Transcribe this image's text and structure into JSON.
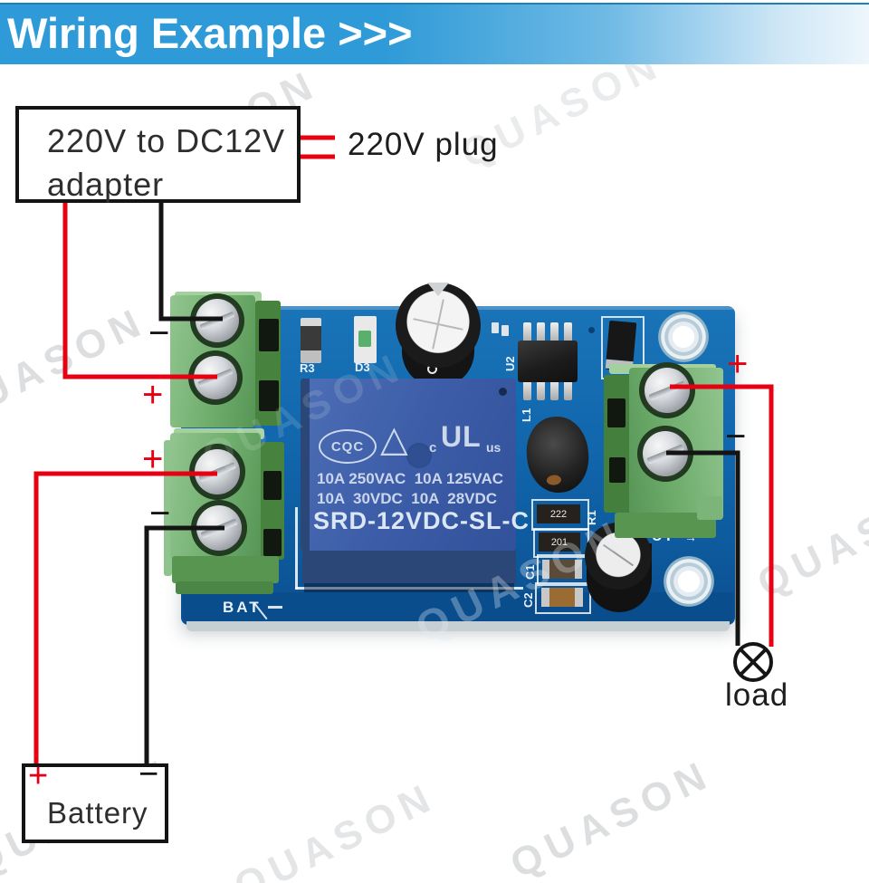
{
  "title": "Wiring Example >>>",
  "watermark": "QUASON",
  "symbols": {
    "plus": "+",
    "minus": "−"
  },
  "adapter_box": {
    "line1": "220V to DC12V",
    "line2": "adapter"
  },
  "plug_label": "220V plug",
  "battery_label": "Battery",
  "load_label": "load",
  "board": {
    "relay": {
      "cqc": "CQC",
      "triangle": "△",
      "ul_c": "c",
      "ul": "UL",
      "ul_us": "us",
      "ratings_line1": "10A 250VAC  10A 125VAC",
      "ratings_line2": "10A  30VDC  10A  28VDC",
      "model": "SRD-12VDC-SL-C"
    },
    "silk": {
      "r3": "R3",
      "d3": "D3",
      "u2": "U2",
      "l1": "L1",
      "r1": "R1",
      "c1": "C1",
      "c2": "C2",
      "bat": "BAT",
      "out": "UT",
      "out_arrow": "→",
      "r1_value": "222",
      "r2_value": "201"
    }
  },
  "colors": {
    "banner_blue": "#2e9ad7",
    "wire_red": "#e60012",
    "wire_black": "#141414",
    "pcb_blue": "#1066ab",
    "terminal_green": "#6fae6d",
    "relay_blue": "#3d5da8"
  }
}
